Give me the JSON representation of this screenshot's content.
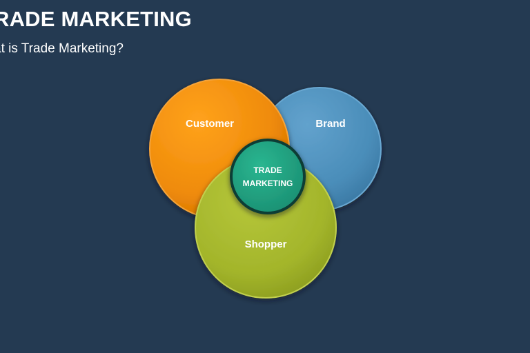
{
  "slide": {
    "title": "RADE MARKETING",
    "subtitle": "at is Trade Marketing?"
  },
  "diagram": {
    "type": "venn",
    "background": "#243a52",
    "sets": [
      {
        "id": "customer",
        "label": "Customer",
        "color": "#ef8b0a"
      },
      {
        "id": "brand",
        "label": "Brand",
        "color": "#4a8db9"
      },
      {
        "id": "shopper",
        "label": "Shopper",
        "color": "#a3b52b"
      }
    ],
    "center": {
      "label_line1": "TRADE",
      "label_line2": "MARKETING",
      "color": "#22a383"
    }
  }
}
